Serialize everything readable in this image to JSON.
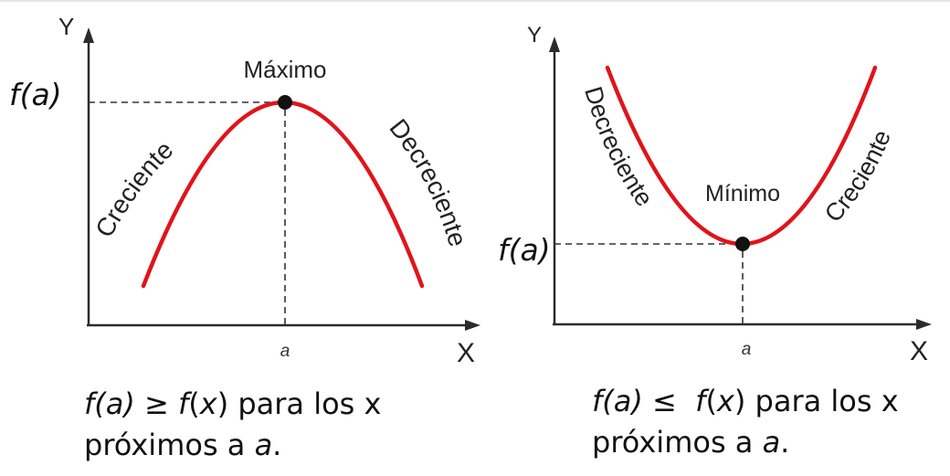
{
  "left": {
    "y_axis": "Y",
    "x_axis": "X",
    "point_label": "Máximo",
    "rising_label": "Creciente",
    "falling_label": "Decreciente",
    "tick": "a",
    "value_label": "f(a)",
    "caption": {
      "line1_fa": "f(a)",
      "line1_op": " ≥ ",
      "line1_f": "f",
      "line1_open": "(",
      "line1_x": "x",
      "line1_close": ")",
      "line1_rest": " para los x",
      "line2_pre": "próximos a ",
      "line2_a": "a",
      "line2_end": "."
    }
  },
  "right": {
    "y_axis": "Y",
    "x_axis": "X",
    "point_label": "Mínimo",
    "falling_label": "Decreciente",
    "rising_label": "Creciente",
    "tick": "a",
    "value_label": "f(a)",
    "caption": {
      "line1_fa": "f(a)",
      "line1_op": " ≤  ",
      "line1_f": "f",
      "line1_open": "(",
      "line1_x": "x",
      "line1_close": ")",
      "line1_rest": " para los x",
      "line2_pre": "próximos a ",
      "line2_a": "a",
      "line2_end": "."
    }
  },
  "colors": {
    "curve": "#e0141b",
    "axis": "#2b2b2b",
    "point": "#111111"
  }
}
